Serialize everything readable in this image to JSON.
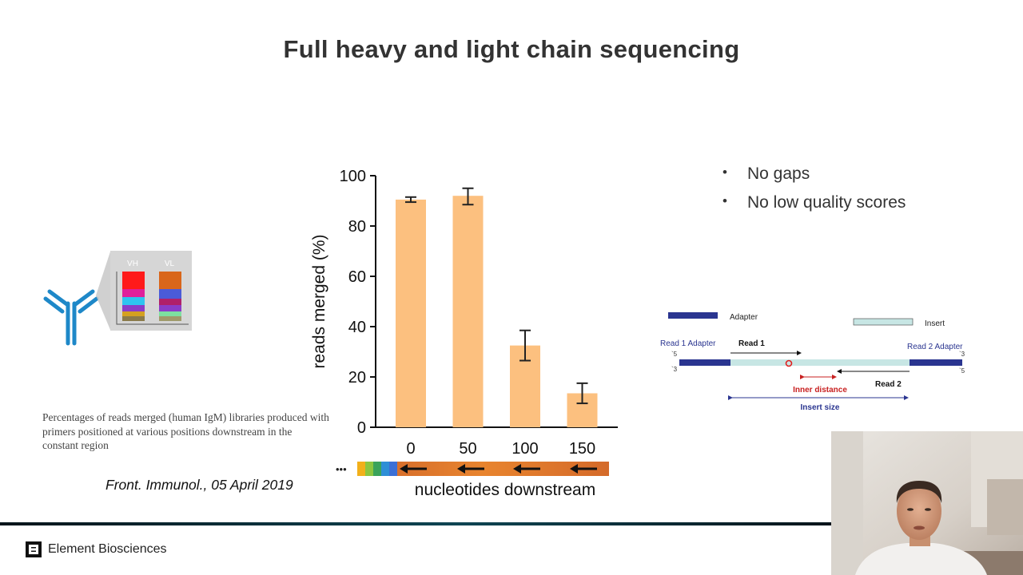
{
  "slide": {
    "title": "Full heavy and light chain sequencing",
    "bullets": [
      "No gaps",
      "No low quality scores"
    ],
    "caption": "Percentages of reads merged (human IgM) libraries produced with primers positioned at various positions downstream in the constant region",
    "citation": "Front. Immunol., 05 April 2019"
  },
  "antibody_figure": {
    "vh_label": "VH",
    "vl_label": "VL",
    "vh_colors": [
      "#ff1a1a",
      "#e0209b",
      "#2ec4f0",
      "#8a3cc8",
      "#d4a020",
      "#8a7a4a"
    ],
    "vl_colors": [
      "#d9661a",
      "#4a5bd8",
      "#b0206a",
      "#8a3cc8",
      "#7de0a0",
      "#a09a6a"
    ],
    "antibody_color": "#1e88c8"
  },
  "chart_data": {
    "type": "bar",
    "categories": [
      "0",
      "50",
      "100",
      "150"
    ],
    "values": [
      90.5,
      92,
      32.5,
      13.5
    ],
    "errors": [
      [
        89.5,
        91.5
      ],
      [
        88.5,
        95
      ],
      [
        26.5,
        38.5
      ],
      [
        9.5,
        17.5
      ]
    ],
    "ylabel": "reads merged (%)",
    "xlabel": "nucleotides downstream",
    "ylim": [
      0,
      100
    ],
    "yticks": [
      0,
      20,
      40,
      60,
      80,
      100
    ],
    "bar_color": "#fcc07f",
    "error_color": "#222222",
    "strip_ellipsis": "•••"
  },
  "read_diagram": {
    "adapter_legend": "Adapter",
    "insert_legend": "Insert",
    "read1_adapter": "Read 1 Adapter",
    "read2_adapter": "Read 2 Adapter",
    "read1": "Read 1",
    "read2": "Read 2",
    "inner_distance": "Inner distance",
    "insert_size": "Insert size",
    "end_tl": "`5",
    "end_bl": "`3",
    "end_tr": "`3",
    "end_br": "`5",
    "adapter_color": "#2a3590",
    "insert_color": "#c7e6e4",
    "inner_color": "#c82020",
    "size_color": "#2a3590"
  },
  "footer": {
    "brand": "Element Biosciences"
  }
}
